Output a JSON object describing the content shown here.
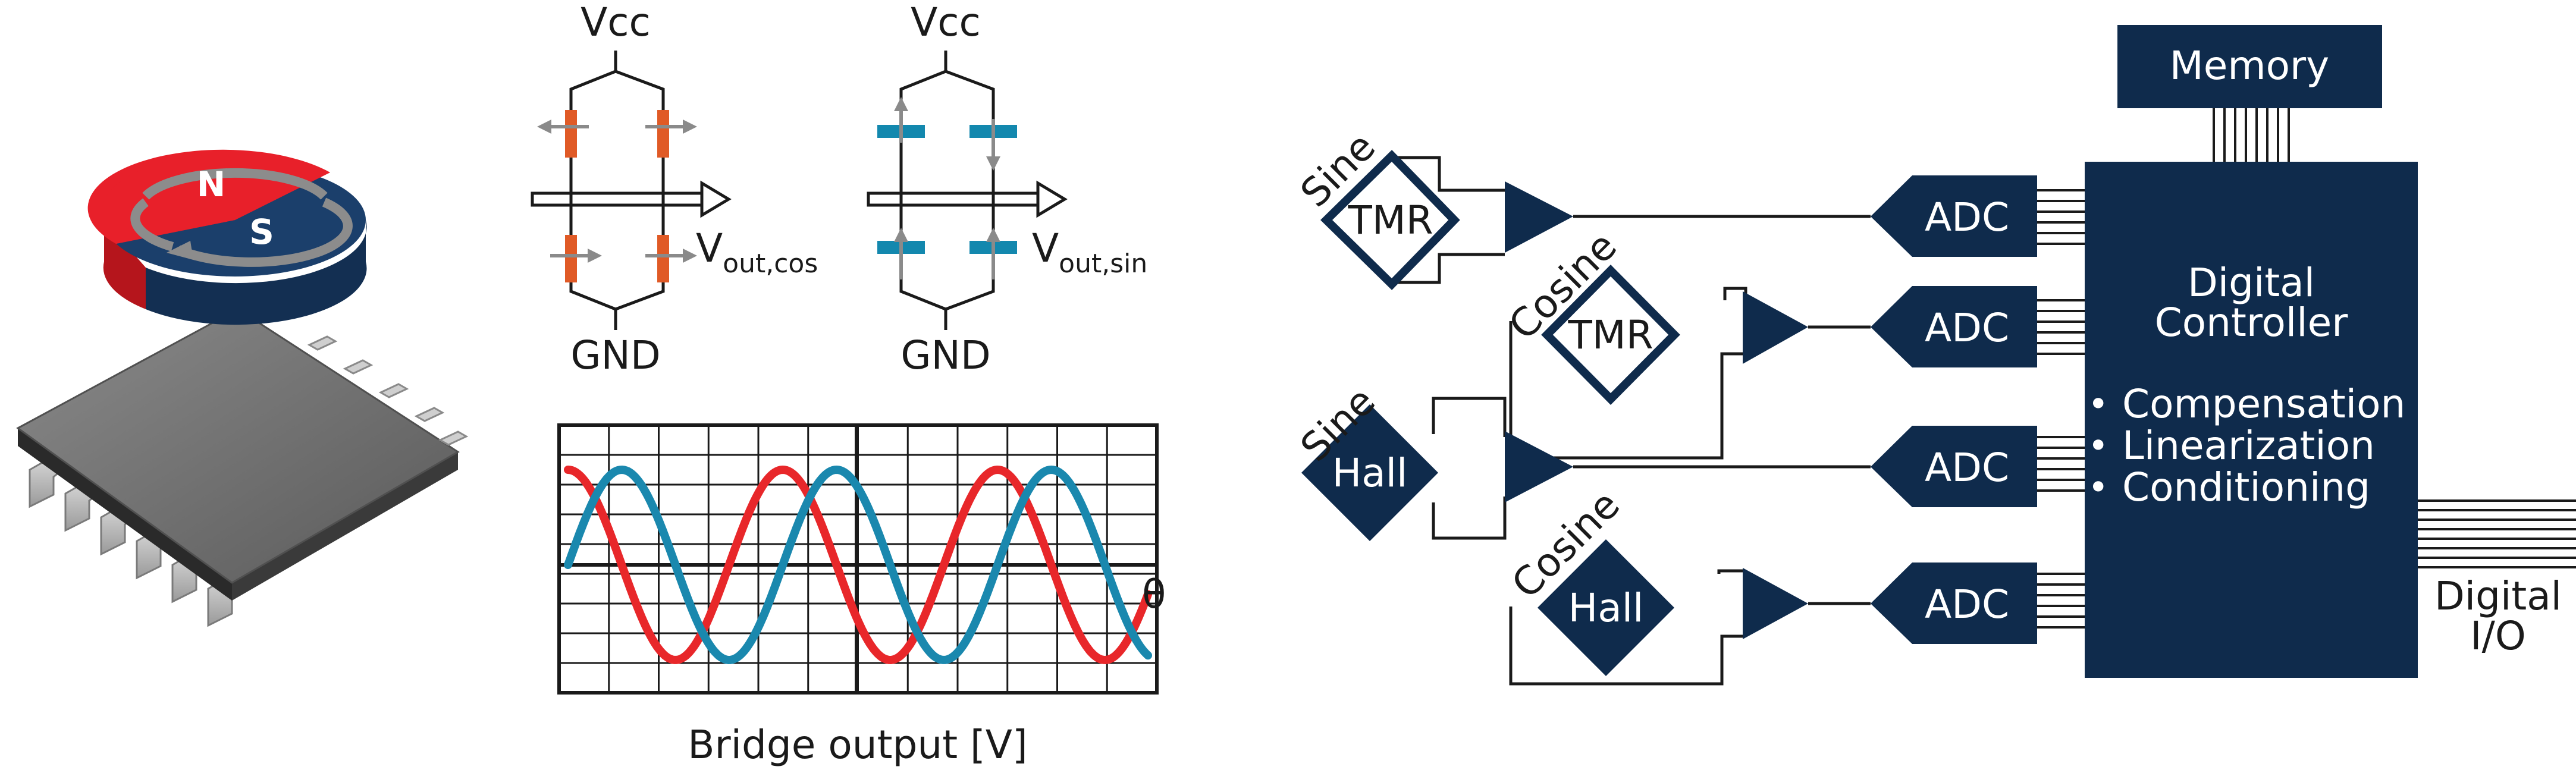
{
  "colors": {
    "navy": "#0f2b4c",
    "orange": "#e05a26",
    "teal": "#1388ae",
    "red_wave": "#e8272a",
    "blue_wave": "#1a88ae",
    "magnet_red": "#e8202a",
    "magnet_blue": "#1b3f6b",
    "chip_gray": "#6e6e6e"
  },
  "magnet": {
    "north": "N",
    "south": "S"
  },
  "bridge_cos": {
    "vcc": "Vcc",
    "gnd": "GND",
    "vout_main": "V",
    "vout_sub": "out,cos"
  },
  "bridge_sin": {
    "vcc": "Vcc",
    "gnd": "GND",
    "vout_main": "V",
    "vout_sub": "out,sin"
  },
  "chart": {
    "caption": "Bridge output [V]",
    "axis_symbol": "θ"
  },
  "chart_data": {
    "type": "line",
    "title": "",
    "xlabel": "θ",
    "ylabel": "",
    "caption": "Bridge output [V]",
    "x_cycles": 2.7,
    "series": [
      {
        "color": "#e8272a",
        "amplitude": 1,
        "phase_deg": 90,
        "cycles": 2.7
      },
      {
        "color": "#1a88ae",
        "amplitude": 1,
        "phase_deg": 0,
        "cycles": 2.7
      }
    ],
    "grid": true
  },
  "block": {
    "memory": "Memory",
    "controller_title_1": "Digital",
    "controller_title_2": "Controller",
    "features": [
      "Compensation",
      "Linearization",
      "Conditioning"
    ],
    "bullet": "•",
    "adc": "ADC",
    "io_1": "Digital",
    "io_2": "I/O",
    "sensors": [
      {
        "angle_label": "Sine",
        "type": "TMR"
      },
      {
        "angle_label": "Cosine",
        "type": "TMR"
      },
      {
        "angle_label": "Sine",
        "type": "Hall"
      },
      {
        "angle_label": "Cosine",
        "type": "Hall"
      }
    ]
  }
}
